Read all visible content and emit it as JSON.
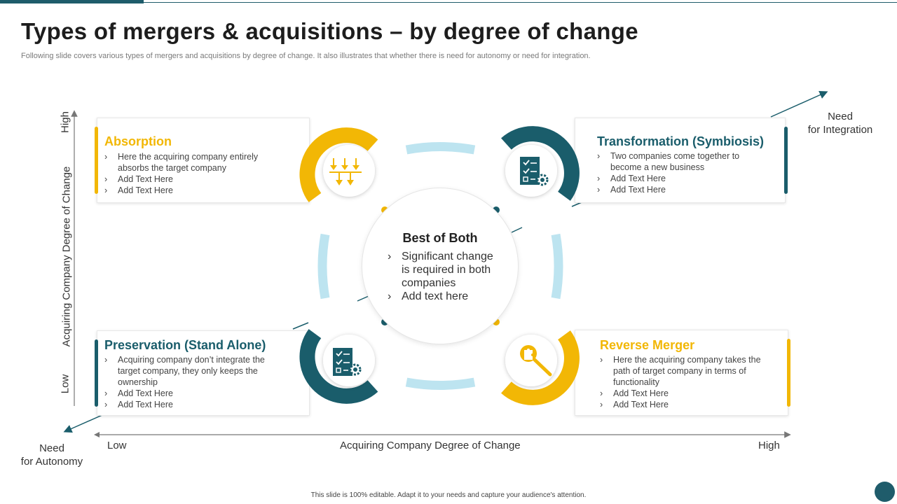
{
  "header": {
    "title": "Types of mergers & acquisitions – by degree of change",
    "subtitle": "Following slide covers various types of mergers and acquisitions by degree of change. It also illustrates that whether there is need for autonomy or need for integration."
  },
  "quadrants": {
    "absorption": {
      "title": "Absorption",
      "items": [
        "Here the acquiring company entirely absorbs the target company",
        "Add Text Here",
        "Add Text Here"
      ],
      "icon": "arrows-converging-icon"
    },
    "transformation": {
      "title": "Transformation (Symbiosis)",
      "items": [
        "Two companies come together to become a new business",
        "Add Text Here",
        "Add Text Here"
      ],
      "icon": "checklist-gear-icon"
    },
    "preservation": {
      "title": "Preservation (Stand Alone)",
      "items": [
        "Acquiring company don’t integrate the target company, they only keeps the ownership",
        "Add Text Here",
        "Add Text Here"
      ],
      "icon": "checklist-gear-icon"
    },
    "reverse": {
      "title": "Reverse Merger",
      "items": [
        "Here the acquiring company takes the path of target company in terms of functionality",
        "Add Text Here",
        "Add Text Here"
      ],
      "icon": "magnifier-puzzle-icon"
    }
  },
  "center": {
    "title": "Best of Both",
    "items": [
      "Significant change is required in both companies",
      "Add text here"
    ]
  },
  "axes": {
    "y_label": "Acquiring Company Degree of Change",
    "y_high": "High",
    "y_low": "Low",
    "x_label": "Acquiring Company Degree of Change",
    "x_low": "Low",
    "x_high": "High",
    "need_integration_line1": "Need",
    "need_integration_line2": "for Integration",
    "need_autonomy_line1": "Need",
    "need_autonomy_line2": "for Autonomy"
  },
  "footer": "This slide is 100% editable. Adapt it to your needs and capture your audience's attention.",
  "colors": {
    "yellow": "#f2b705",
    "teal": "#1a5d6b",
    "light_blue": "#bde4f0",
    "title_teal": "#1f5c6b"
  }
}
